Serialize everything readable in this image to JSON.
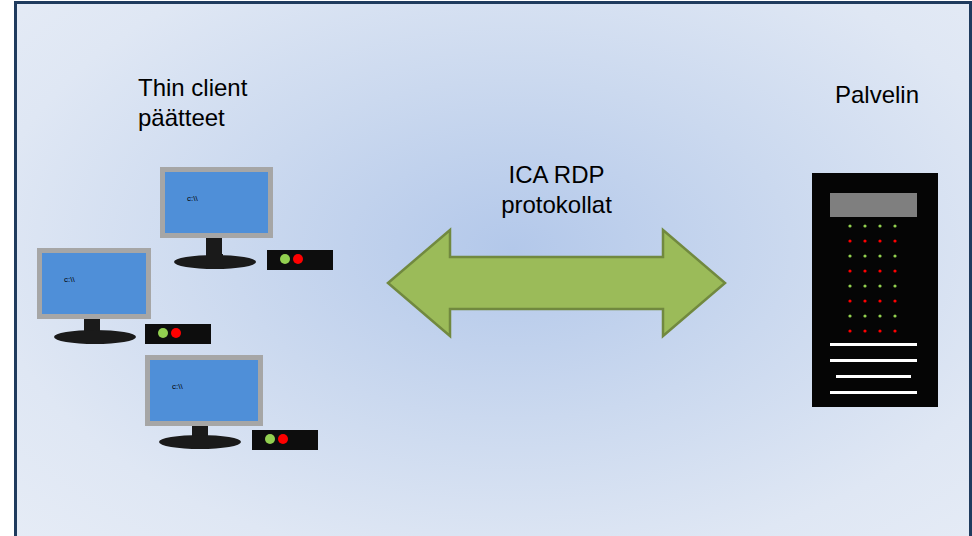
{
  "diagram": {
    "nodes": [
      {
        "text": [
          "Thin client päätteet"
        ]
      },
      {
        "text": [
          "c:\\\\"
        ],
        "in": 0
      },
      {
        "text": [
          "c:\\\\"
        ],
        "in": 0
      },
      {
        "text": [
          "c:\\\\"
        ],
        "in": 0
      },
      {
        "text": [
          "Palvelin"
        ]
      }
    ],
    "edges": [
      {
        "from": 0,
        "to": 4,
        "arrow": "both",
        "label": "ICA RDP protokollat"
      }
    ]
  }
}
